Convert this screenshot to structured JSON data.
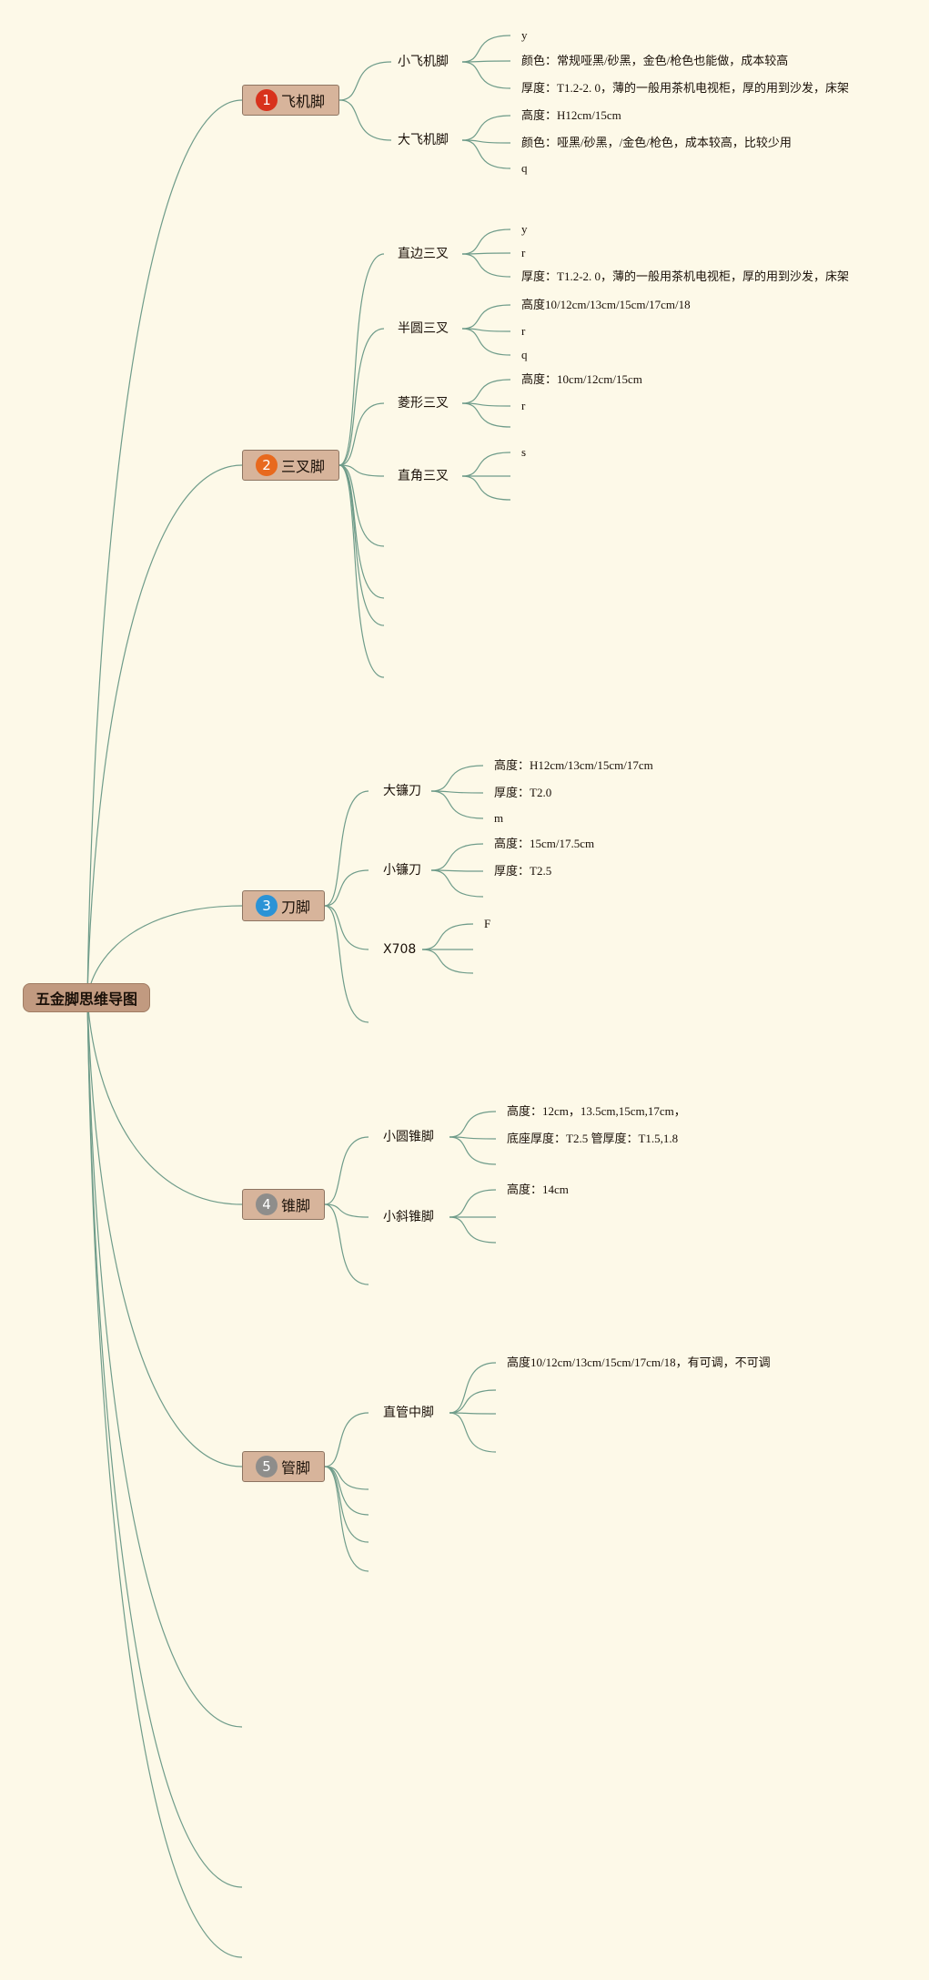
{
  "colors": {
    "background": "#fdf9e8",
    "line": "#6f9c8a",
    "root_fill": "#c19a80",
    "branch_fill": "#d7b49b",
    "badge_1": "#d8321c",
    "badge_2": "#e8691e",
    "badge_3": "#2b93d6",
    "badge_4": "#8e8d8b",
    "badge_5": "#8e8d8b"
  },
  "root": {
    "label": "五金脚思维导图"
  },
  "branches": [
    {
      "badge": "1",
      "label": "飞机脚",
      "children": [
        {
          "label": "小飞机脚",
          "leaves": [
            "y",
            "颜色：常规哑黑/砂黑，金色/枪色也能做，成本较高",
            "厚度：T1.2-2. 0，薄的一般用茶机电视柜，厚的用到沙发，床架"
          ]
        },
        {
          "label": "大飞机脚",
          "leaves": [
            "高度：H12cm/15cm",
            "颜色：哑黑/砂黑，/金色/枪色，成本较高，比较少用",
            "q"
          ]
        }
      ]
    },
    {
      "badge": "2",
      "label": "三叉脚",
      "children": [
        {
          "label": "直边三叉",
          "leaves": [
            "y",
            "r",
            "厚度：T1.2-2. 0，薄的一般用茶机电视柜，厚的用到沙发，床架"
          ]
        },
        {
          "label": "半圆三叉",
          "leaves": [
            "高度10/12cm/13cm/15cm/17cm/18",
            "r",
            "q"
          ]
        },
        {
          "label": "菱形三叉",
          "leaves": [
            "高度：10cm/12cm/15cm",
            "r",
            ""
          ]
        },
        {
          "label": "直角三叉",
          "leaves": [
            "s",
            "",
            ""
          ]
        }
      ]
    },
    {
      "badge": "3",
      "label": "刀脚",
      "children": [
        {
          "label": "大镰刀",
          "leaves": [
            "高度：H12cm/13cm/15cm/17cm",
            "厚度：T2.0",
            "m"
          ]
        },
        {
          "label": "小镰刀",
          "leaves": [
            "高度：15cm/17.5cm",
            "厚度：T2.5",
            ""
          ]
        },
        {
          "label": "X708",
          "leaves": [
            "F",
            "",
            ""
          ]
        }
      ]
    },
    {
      "badge": "4",
      "label": "锥脚",
      "children": [
        {
          "label": "小圆锥脚",
          "leaves": [
            "高度：12cm，13.5cm,15cm,17cm，",
            "底座厚度：T2.5 管厚度：T1.5,1.8",
            ""
          ]
        },
        {
          "label": "小斜锥脚",
          "leaves": [
            "高度：14cm",
            "",
            ""
          ]
        }
      ]
    },
    {
      "badge": "5",
      "label": "管脚",
      "children": [
        {
          "label": "直管中脚",
          "leaves": [
            "高度10/12cm/13cm/15cm/17cm/18，有可调，不可调",
            "",
            "",
            ""
          ]
        }
      ]
    }
  ]
}
